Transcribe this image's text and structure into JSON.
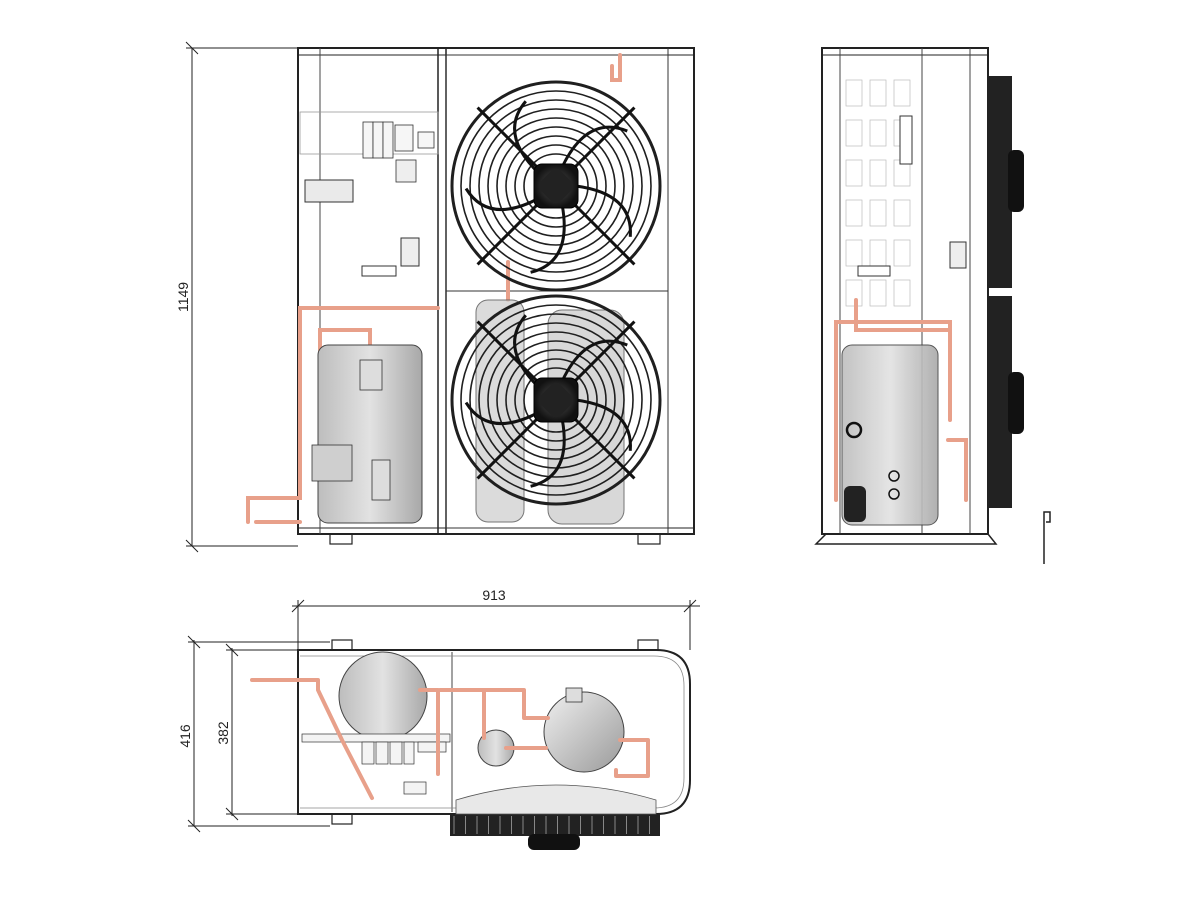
{
  "dimensions": {
    "height_label": "1149",
    "width_label": "913",
    "depth_outer_label": "416",
    "depth_inner_label": "382"
  },
  "colors": {
    "line": "#222222",
    "pipe": "#e8a08a",
    "pipe_dark": "#b86a55",
    "fan": "#1f1f1f",
    "body": "#d9d9d9",
    "panel": "#f2f2f2"
  }
}
